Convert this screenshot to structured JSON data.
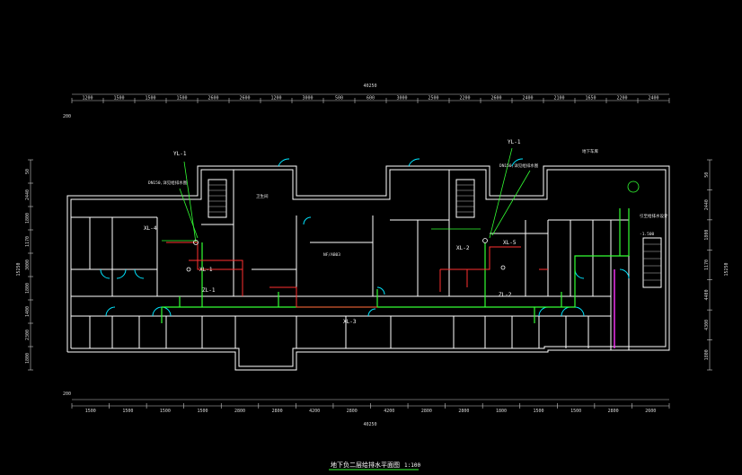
{
  "drawing": {
    "title": "地下负二层给排水平面图",
    "scale": "1:100",
    "overall_dim": "40250",
    "colors": {
      "background": "#000000",
      "wall": "#ffffff",
      "dim_line": "#c8c8c8",
      "pipe_supply": "#33ff33",
      "pipe_drain": "#ff3030",
      "cyan_arc": "#00e5ff",
      "magenta": "#ff33ff",
      "title_underline": "#33ff33"
    }
  },
  "dims": {
    "top": [
      "1200",
      "1500",
      "1500",
      "1500",
      "2600",
      "2600",
      "1200",
      "3000",
      "500",
      "600",
      "3000",
      "2500",
      "2200",
      "2600",
      "2400",
      "2100",
      "1650",
      "2200",
      "2400"
    ],
    "bottom": [
      "1500",
      "1500",
      "1500",
      "1500",
      "2800",
      "2800",
      "4200",
      "2800",
      "4200",
      "2800",
      "2800",
      "1800",
      "1500",
      "1500",
      "2800",
      "2600"
    ],
    "left": [
      "50",
      "2440",
      "1800",
      "1170",
      "3000",
      "1800",
      "1400",
      "2300",
      "1800"
    ],
    "left_total": "15250",
    "right": [
      "50",
      "2440",
      "1800",
      "1170",
      "4400",
      "4300",
      "1800"
    ],
    "right_total": "15250",
    "top_left_offset": "200",
    "bottom_left_offset": "200"
  },
  "labels": {
    "area_label": "地下车库",
    "pipe_tags": [
      "YL-1",
      "YL-1",
      "XL-4",
      "XL-1",
      "XL-2",
      "XL-5",
      "XL-3",
      "ZL-1",
      "ZL-2"
    ],
    "note_left": "DN150,详见给排水图",
    "note_right": "DN150,详见给排水图",
    "riser_note": "引至给排水设计",
    "elevation": "-1.500",
    "mid_note": "NF/AB03",
    "room_text": "卫生间"
  }
}
